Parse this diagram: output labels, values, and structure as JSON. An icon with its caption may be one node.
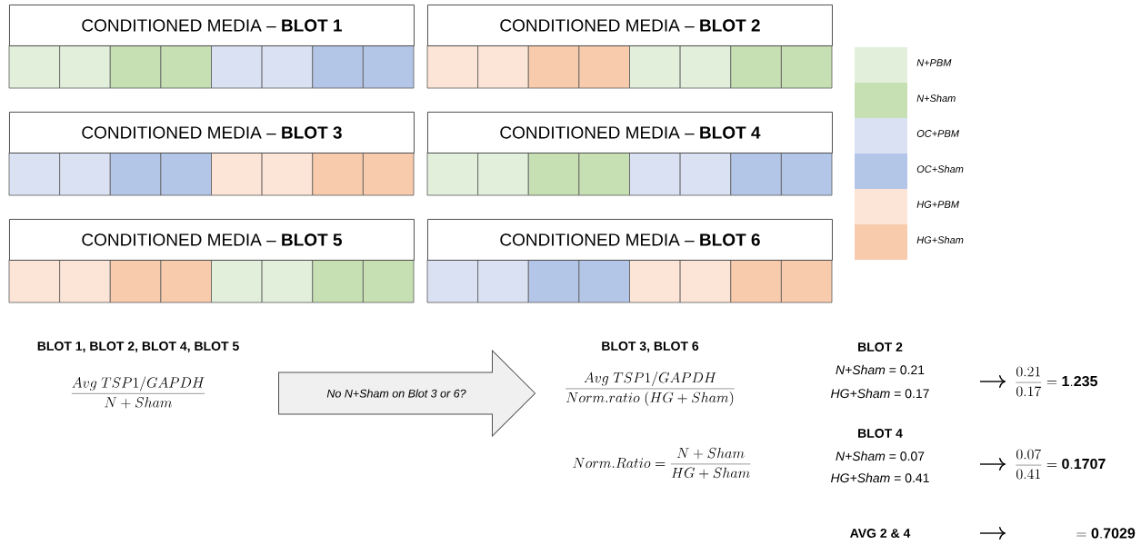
{
  "diagram": {
    "nodes": [
      {
        "text": [
          "CONDITIONED MEDIA – **BLOT 1**"
        ]
      },
      {
        "text": [
          "CONDITIONED MEDIA – **BLOT 2**"
        ]
      },
      {
        "text": [
          "CONDITIONED MEDIA – **BLOT 3**"
        ]
      },
      {
        "text": [
          "CONDITIONED MEDIA – **BLOT 4**"
        ]
      },
      {
        "text": [
          "CONDITIONED MEDIA – **BLOT 5**"
        ]
      },
      {
        "text": [
          "CONDITIONED MEDIA – **BLOT 6**"
        ]
      },
      {
        "text": [
          "No N+Sham on Blot 3 or 6?"
        ]
      }
    ],
    "labels": [
      "BLOT 1, BLOT 2, BLOT 4, BLOT 5",
      "\\frac{Avg\\ TSP1/GAPDH}{N+Sham}",
      "BLOT 3, BLOT 6",
      "\\frac{Avg\\ TSP1/GAPDH}{Norm.ratio\\ (HG+Sham)}",
      "BLOT 2",
      "*N+Sham* = 0.21",
      "*HG+Sham* = 0.17",
      "\\frac{0.21}{0.17} = \\mathbf{1.235}",
      "Norm.Ratio = \\frac{N+Sham}{HG+Sham}",
      "BLOT 4",
      "*N+Sham* = 0.07",
      "*HG+Sham* = 0.41",
      "\\frac{0.07}{0.41} = \\mathbf{0.1707}",
      "AVG 2 & 4",
      "= \\mathbf{0.7029}"
    ],
    "legend": [
      {
        "text": "N+PBM",
        "color": "#e2efda"
      },
      {
        "text": "N+Sham",
        "color": "#c6e0b4"
      },
      {
        "text": "OC+PBM",
        "color": "#d9e1f2"
      },
      {
        "text": "OC+Sham",
        "color": "#b4c6e7"
      },
      {
        "text": "HG+PBM",
        "color": "#fce4d6"
      },
      {
        "text": "HG+Sham",
        "color": "#f8cbad"
      }
    ]
  }
}
